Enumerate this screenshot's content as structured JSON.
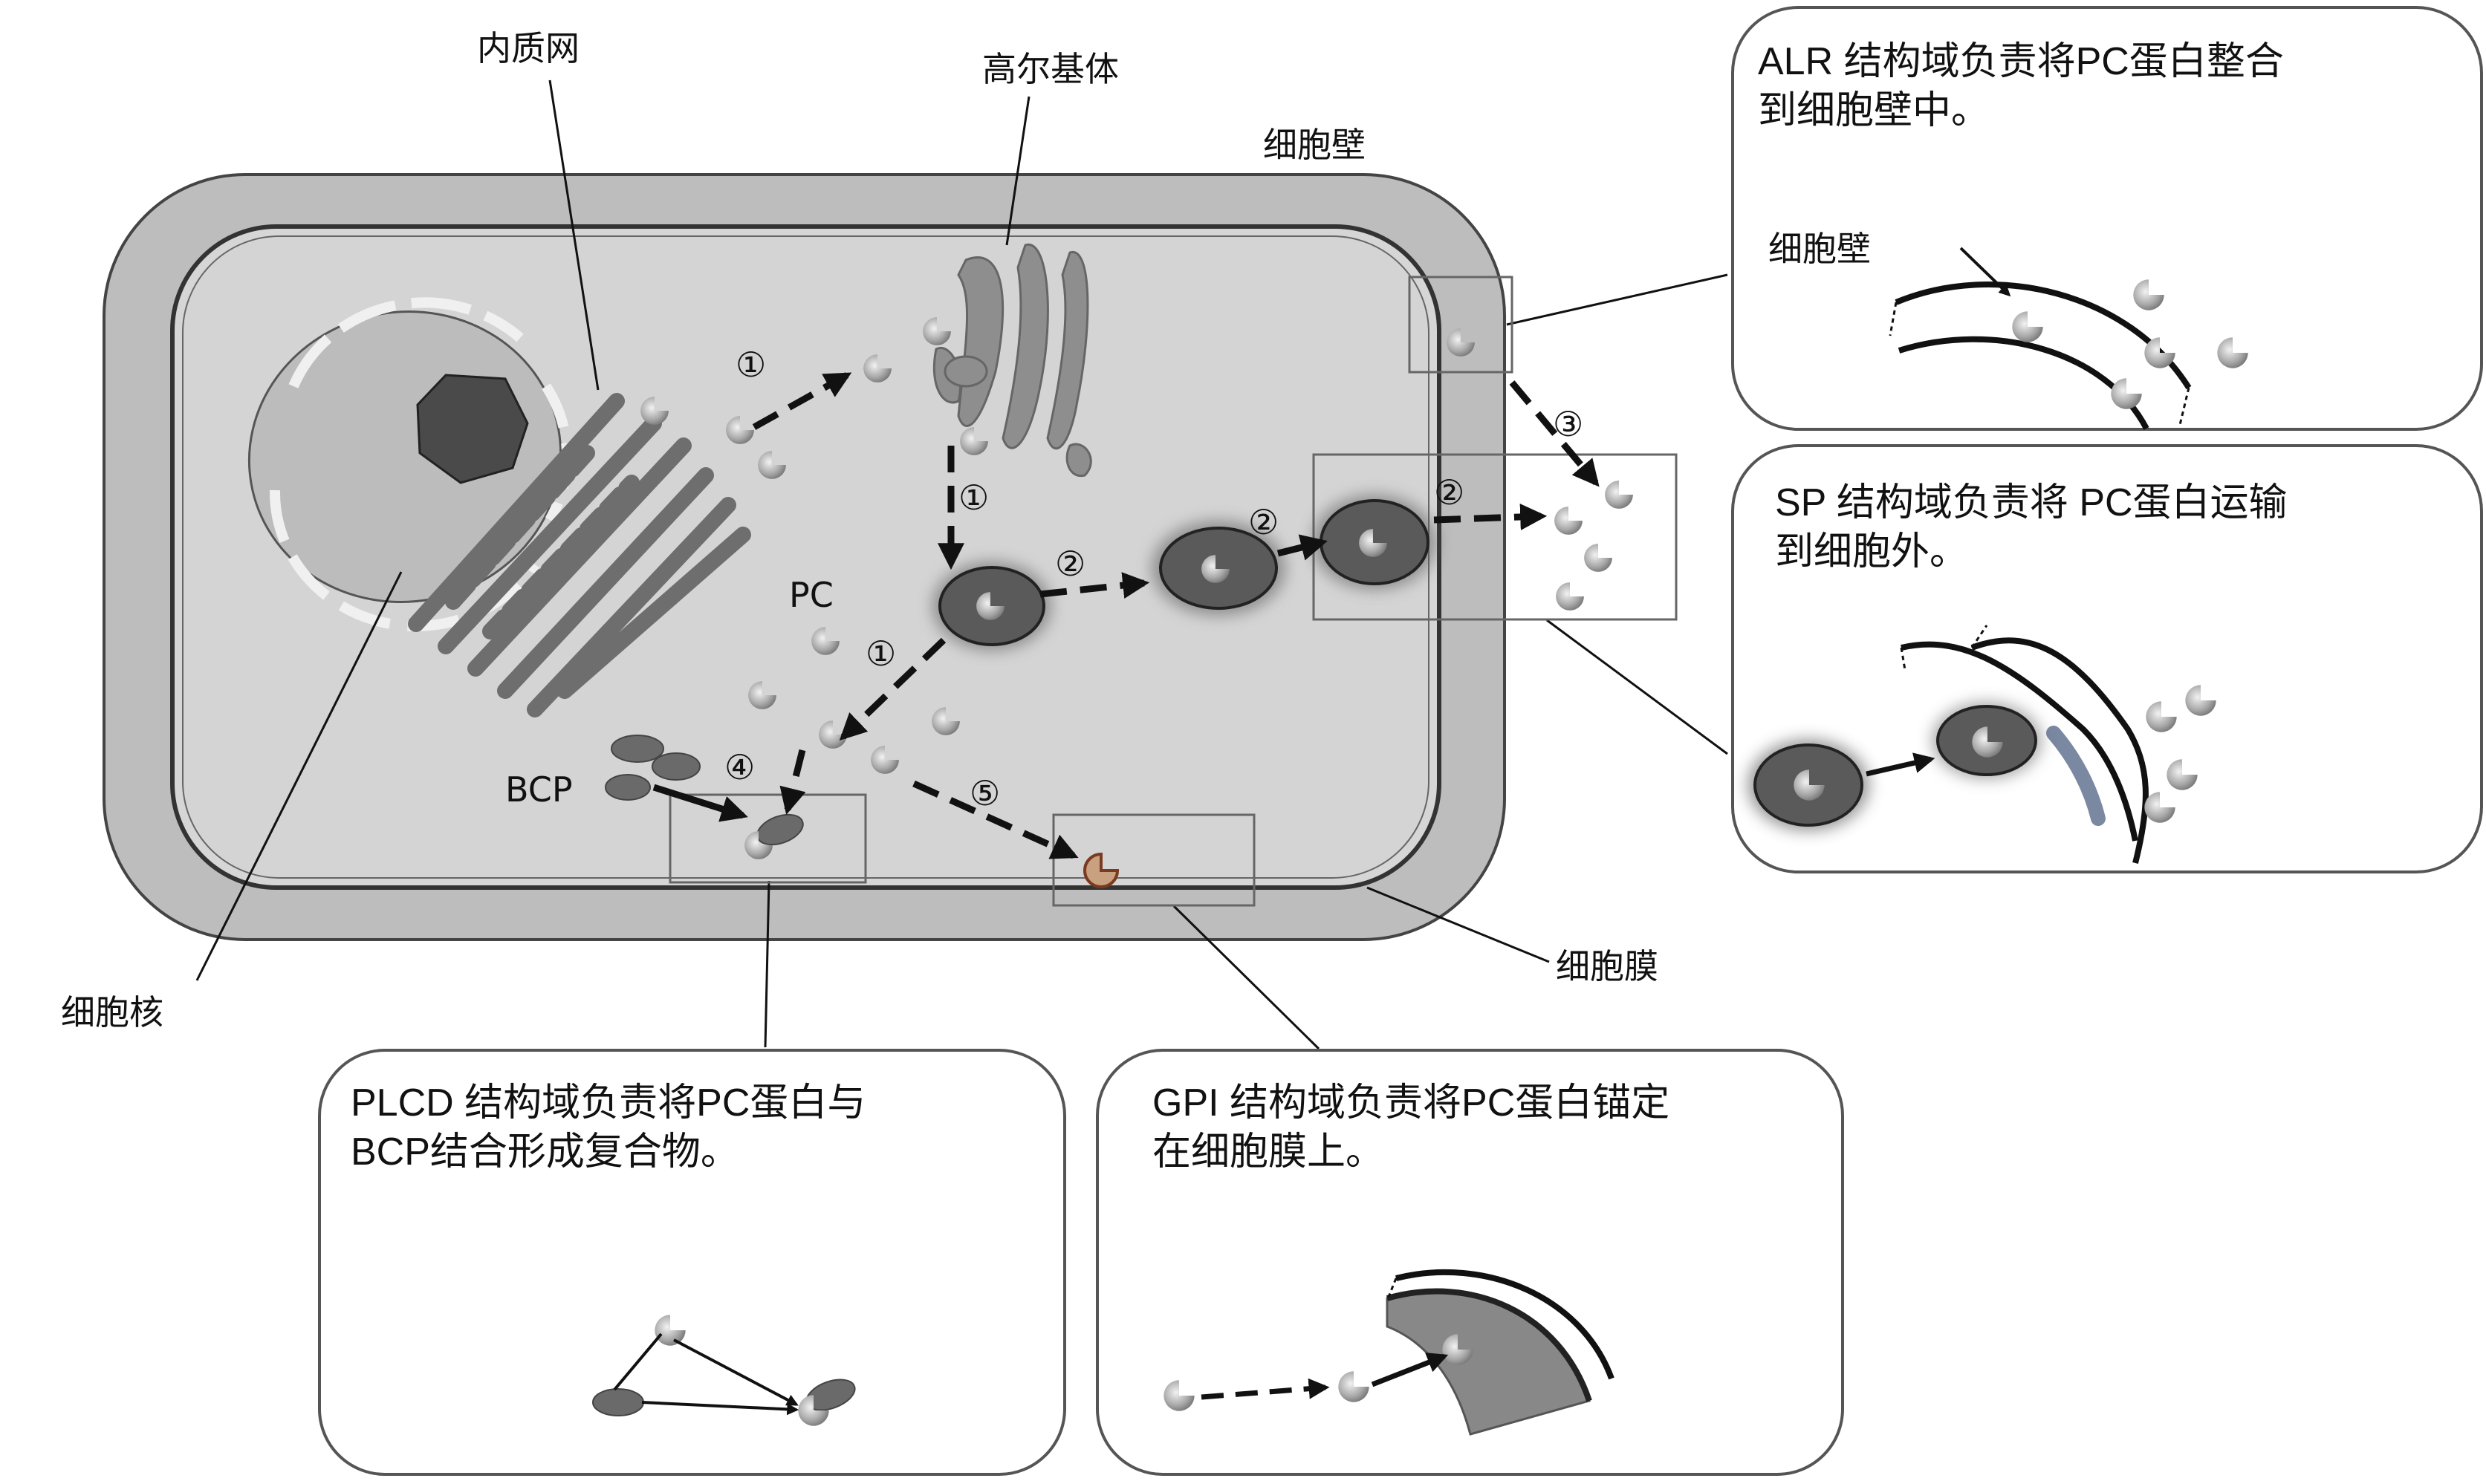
{
  "labels": {
    "er": "内质网",
    "golgi": "高尔基体",
    "cell_wall": "细胞壁",
    "nucleus": "细胞核",
    "membrane": "细胞膜",
    "pc": "PC",
    "bcp": "BCP"
  },
  "step_markers": {
    "one": "①",
    "two": "②",
    "three": "③",
    "four": "④",
    "five": "⑤"
  },
  "panels": {
    "alr": {
      "line1": "ALR 结构域负责将PC蛋白整合",
      "line2": "到细胞壁中。",
      "wall_label": "细胞壁"
    },
    "sp": {
      "line1": "SP 结构域负责将 PC蛋白运输",
      "line2": "到细胞外。"
    },
    "plcd": {
      "line1": "PLCD 结构域负责将PC蛋白与",
      "line2": "BCP结合形成复合物。"
    },
    "gpi": {
      "line1": "GPI 结构域负责将PC蛋白锚定",
      "line2": "在细胞膜上。"
    }
  },
  "colors": {
    "cell_wall": "#bdbdbd",
    "cytoplasm": "#d4d4d4",
    "er": "#6e6e6e",
    "golgi": "#8e8e8e",
    "nucleolus": "#4a4a4a",
    "vesicle": "#5a5a5a",
    "anchored_pc": "#b06a4a"
  }
}
